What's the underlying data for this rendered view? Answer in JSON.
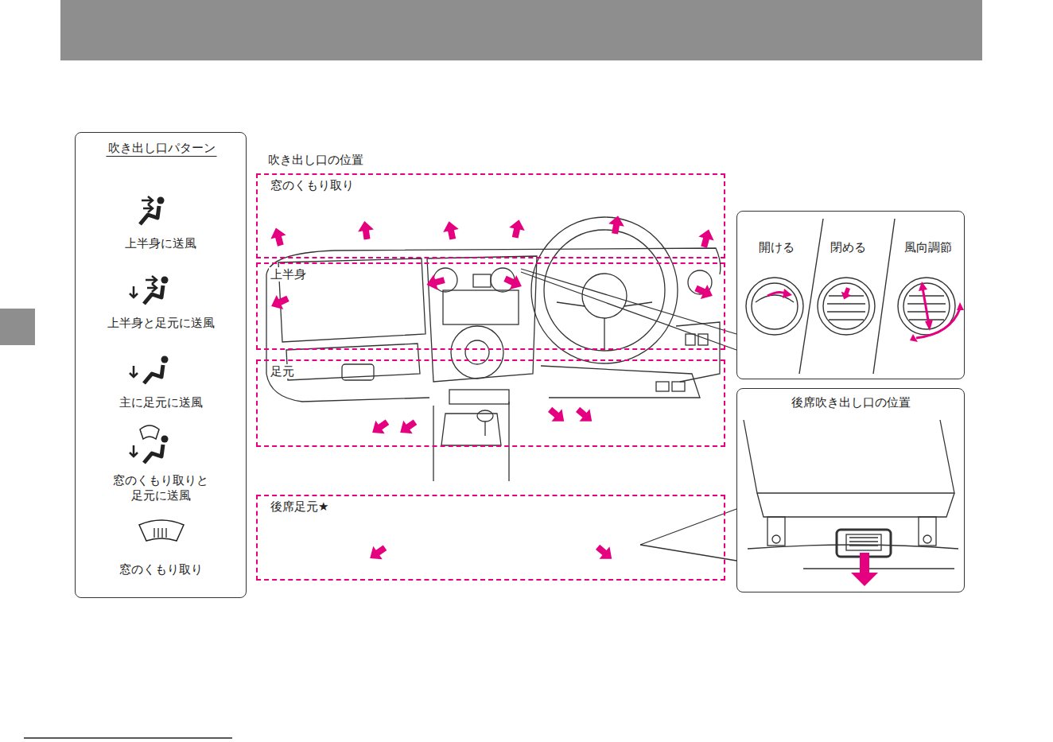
{
  "diagram": {
    "nodes": [
      {
        "text": [
          "吹き出し口パターン"
        ]
      },
      {
        "text": [
          "窓のくもり取り"
        ]
      },
      {
        "text": [
          "上半身"
        ]
      },
      {
        "text": [
          "足元"
        ]
      },
      {
        "text": [
          "後席足元★"
        ]
      },
      {
        "text": [
          "開ける",
          "閉める",
          "風向調節"
        ]
      },
      {
        "text": [
          "後席吹き出し口の位置"
        ]
      }
    ],
    "labels": [
      "吹き出し口の位置",
      "上半身に送風",
      "上半身と足元に送風",
      "主に足元に送風",
      "窓のくもり取りと 足元に送風",
      "窓のくもり取り"
    ]
  }
}
